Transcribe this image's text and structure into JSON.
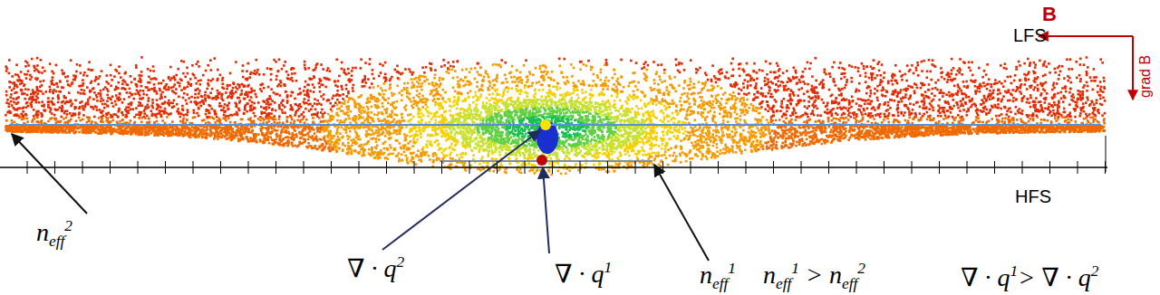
{
  "diagram": {
    "labels": [
      "LFS",
      "B",
      "grad B",
      "HFS",
      "n_eff^2",
      "∇ · q^2",
      "∇ · q^1",
      "n_eff^1",
      "n_eff^1 > n_eff^2",
      "∇ · q^1> ∇ · q^2"
    ]
  }
}
